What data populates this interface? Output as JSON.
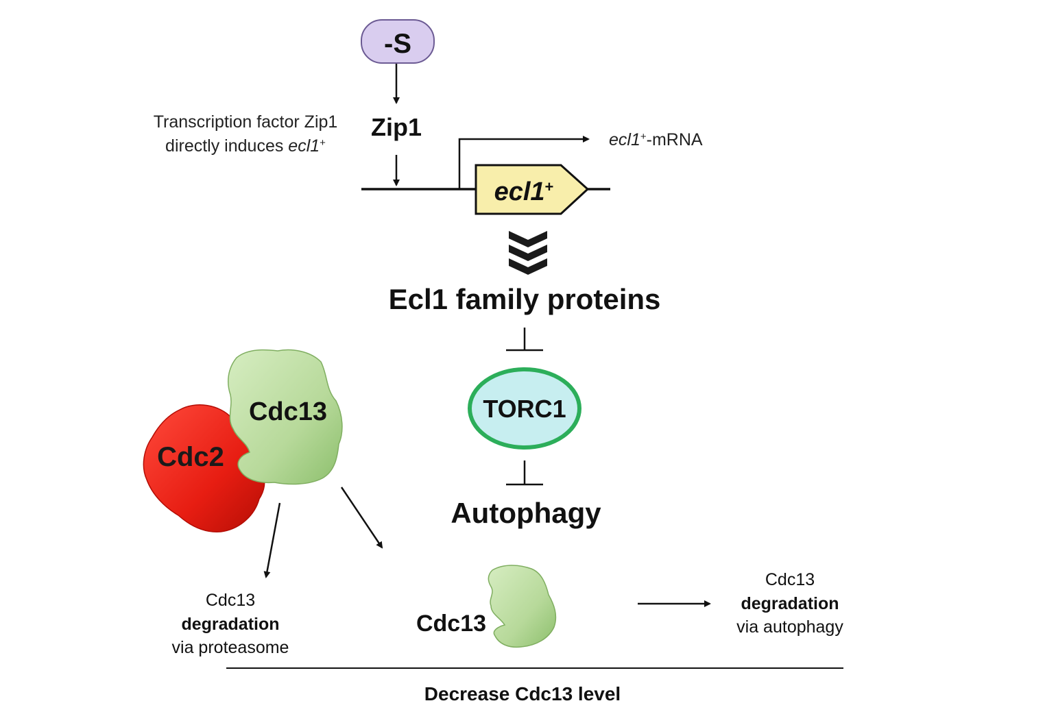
{
  "signal": {
    "label": "-S",
    "fill": "#d9cdef",
    "stroke": "#6b5a93"
  },
  "zip1": {
    "label": "Zip1"
  },
  "note": {
    "line1": "Transcription factor Zip1",
    "line2_prefix": "directly induces ",
    "line2_gene": "ecl1",
    "line2_sup": "+"
  },
  "mrna": {
    "gene": "ecl1",
    "sup": "+",
    "suffix": "-mRNA"
  },
  "gene": {
    "name": "ecl1",
    "sup": "+",
    "fill": "#f8eeab"
  },
  "ecl1_proteins": {
    "label": "Ecl1 family proteins"
  },
  "torc1": {
    "label": "TORC1",
    "fill": "#c7eef0",
    "stroke": "#2cae5a"
  },
  "autophagy": {
    "label": "Autophagy"
  },
  "complex": {
    "cdc13_label": "Cdc13",
    "cdc13_fill": "#b7d99a",
    "cdc2_label": "Cdc2",
    "cdc2_fill": "#e71d12"
  },
  "free_cdc13": {
    "label": "Cdc13",
    "fill": "#b7d99a"
  },
  "proteasome_outcome": {
    "line1": "Cdc13",
    "line2": "degradation",
    "line3": "via proteasome"
  },
  "autophagy_outcome": {
    "line1": "Cdc13",
    "line2": "degradation",
    "line3": "via autophagy"
  },
  "summary": {
    "label": "Decrease Cdc13 level"
  }
}
